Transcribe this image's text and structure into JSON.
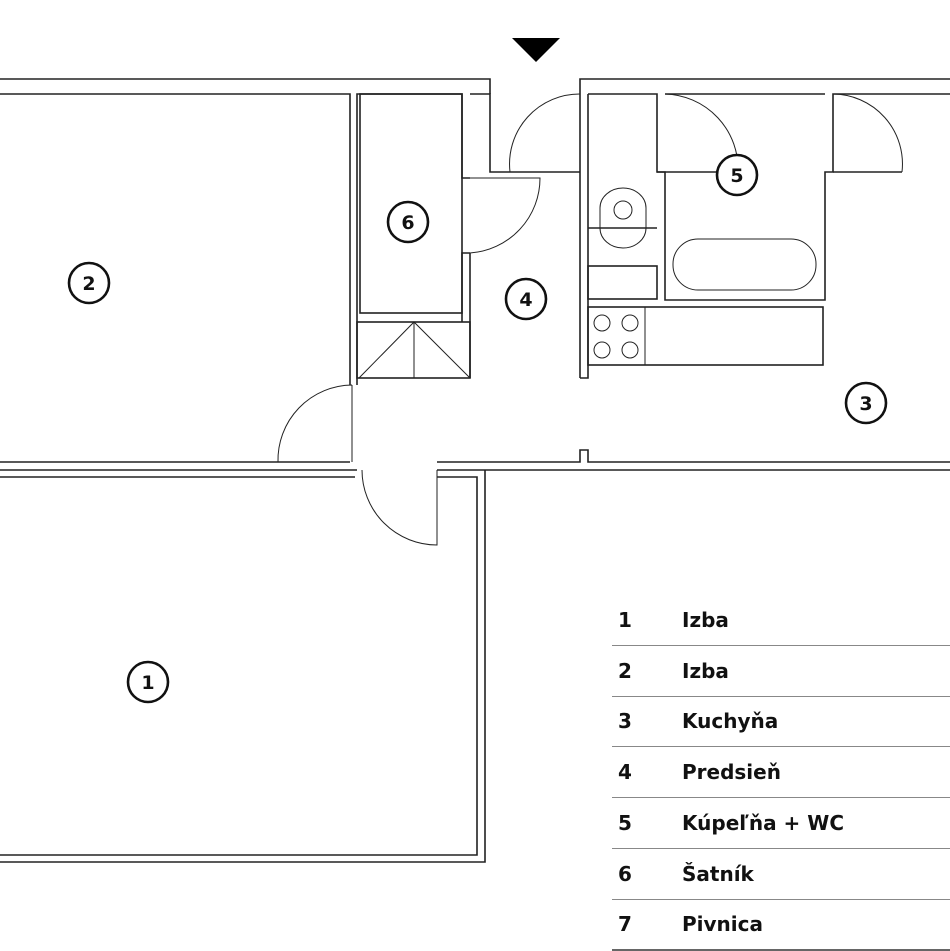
{
  "entrance_marker": "entrance-arrow",
  "room_labels": {
    "r1": "1",
    "r2": "2",
    "r3": "3",
    "r4": "4",
    "r5": "5",
    "r6": "6"
  },
  "legend": [
    {
      "num": "1",
      "name": "Izba"
    },
    {
      "num": "2",
      "name": "Izba"
    },
    {
      "num": "3",
      "name": "Kuchyňa"
    },
    {
      "num": "4",
      "name": "Predsieň"
    },
    {
      "num": "5",
      "name": "Kúpeľňa + WC"
    },
    {
      "num": "6",
      "name": "Šatník"
    },
    {
      "num": "7",
      "name": "Pivnica"
    }
  ]
}
